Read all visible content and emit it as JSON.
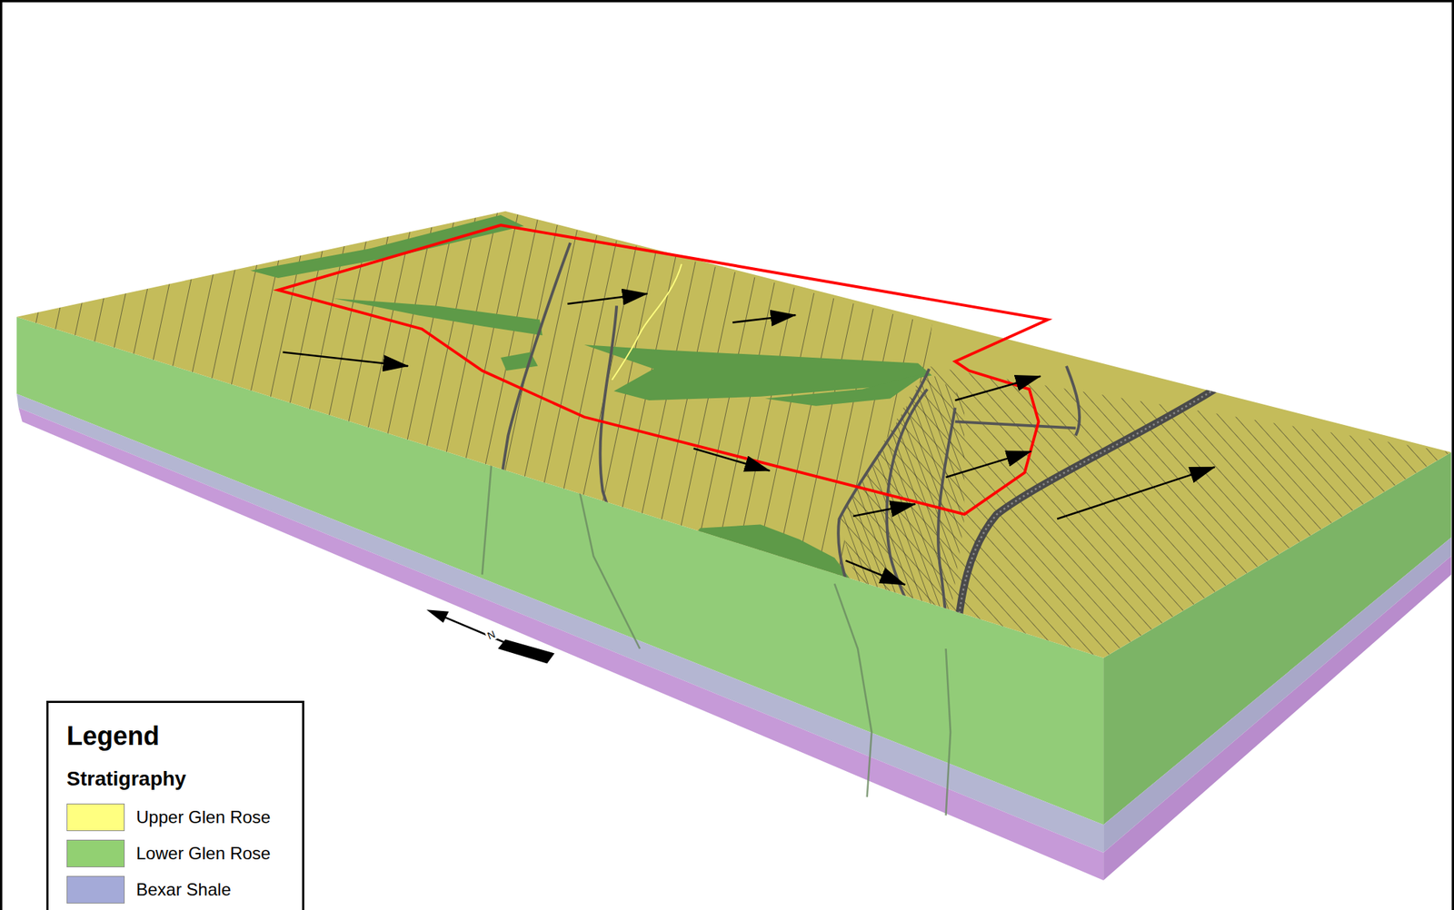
{
  "diagram": {
    "labels": [
      "Legend",
      "Stratigraphy",
      "N"
    ],
    "legend": [
      {
        "text": "Upper Glen Rose",
        "color": "#ffff80"
      },
      {
        "text": "Lower Glen Rose",
        "color": "#92d072"
      },
      {
        "text": "Bexar Shale",
        "color": "#a4aad8"
      }
    ]
  }
}
